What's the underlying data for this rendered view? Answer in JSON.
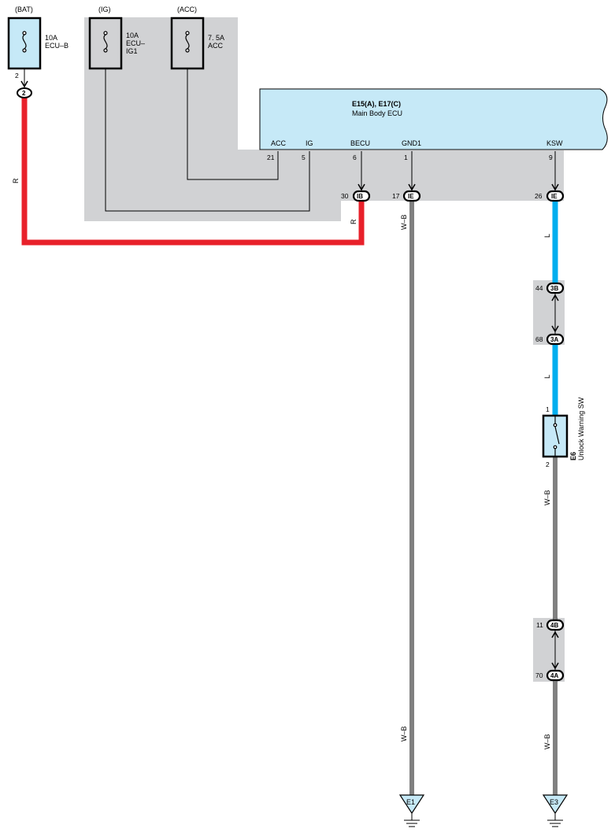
{
  "colors": {
    "red_wire": "#e8202a",
    "blue_wire": "#00aeef",
    "shade": "#d1d2d4",
    "ecu_fill": "#c6e9f7",
    "fuse_fill": "#c6e9f7",
    "stroke": "#000000"
  },
  "sources": {
    "bat": "(BAT)",
    "ig": "(IG)",
    "acc": "(ACC)"
  },
  "fuses": {
    "ecub": {
      "line1": "10A",
      "line2": "ECU–B",
      "pin": "2",
      "connector": "2"
    },
    "ecuig1": {
      "line1": "10A",
      "line2": "ECU–",
      "line3": "IG1"
    },
    "acc": {
      "line1": "7. 5A",
      "line2": "ACC"
    }
  },
  "ecu": {
    "code": "E15(A), E17(C)",
    "name": "Main Body ECU",
    "terminals": {
      "acc": {
        "label": "ACC",
        "pin": "21"
      },
      "ig": {
        "label": "IG",
        "pin": "5"
      },
      "becu": {
        "label": "BECU",
        "pin": "6"
      },
      "gnd1": {
        "label": "GND1",
        "pin": "1"
      },
      "ksw": {
        "label": "KSW",
        "pin": "9"
      }
    }
  },
  "junctions": {
    "ib": {
      "pin": "30",
      "code": "IB"
    },
    "ie17": {
      "pin": "17",
      "code": "IE"
    },
    "ie26": {
      "pin": "26",
      "code": "IE"
    },
    "c3b": {
      "pin": "44",
      "code": "3B"
    },
    "c3a": {
      "pin": "68",
      "code": "3A"
    },
    "c4b": {
      "pin": "11",
      "code": "4B"
    },
    "c4a": {
      "pin": "70",
      "code": "4A"
    }
  },
  "wires": {
    "r1": "R",
    "r2": "R",
    "wb1": "W–B",
    "wb2": "W–B",
    "l1": "L",
    "l2": "L",
    "wb3": "W–B",
    "wb4": "W–B"
  },
  "switch": {
    "code": "E6",
    "name": "Unlock Warning SW",
    "pin_top": "1",
    "pin_bottom": "2"
  },
  "grounds": {
    "e1": "E1",
    "e3": "E3"
  }
}
